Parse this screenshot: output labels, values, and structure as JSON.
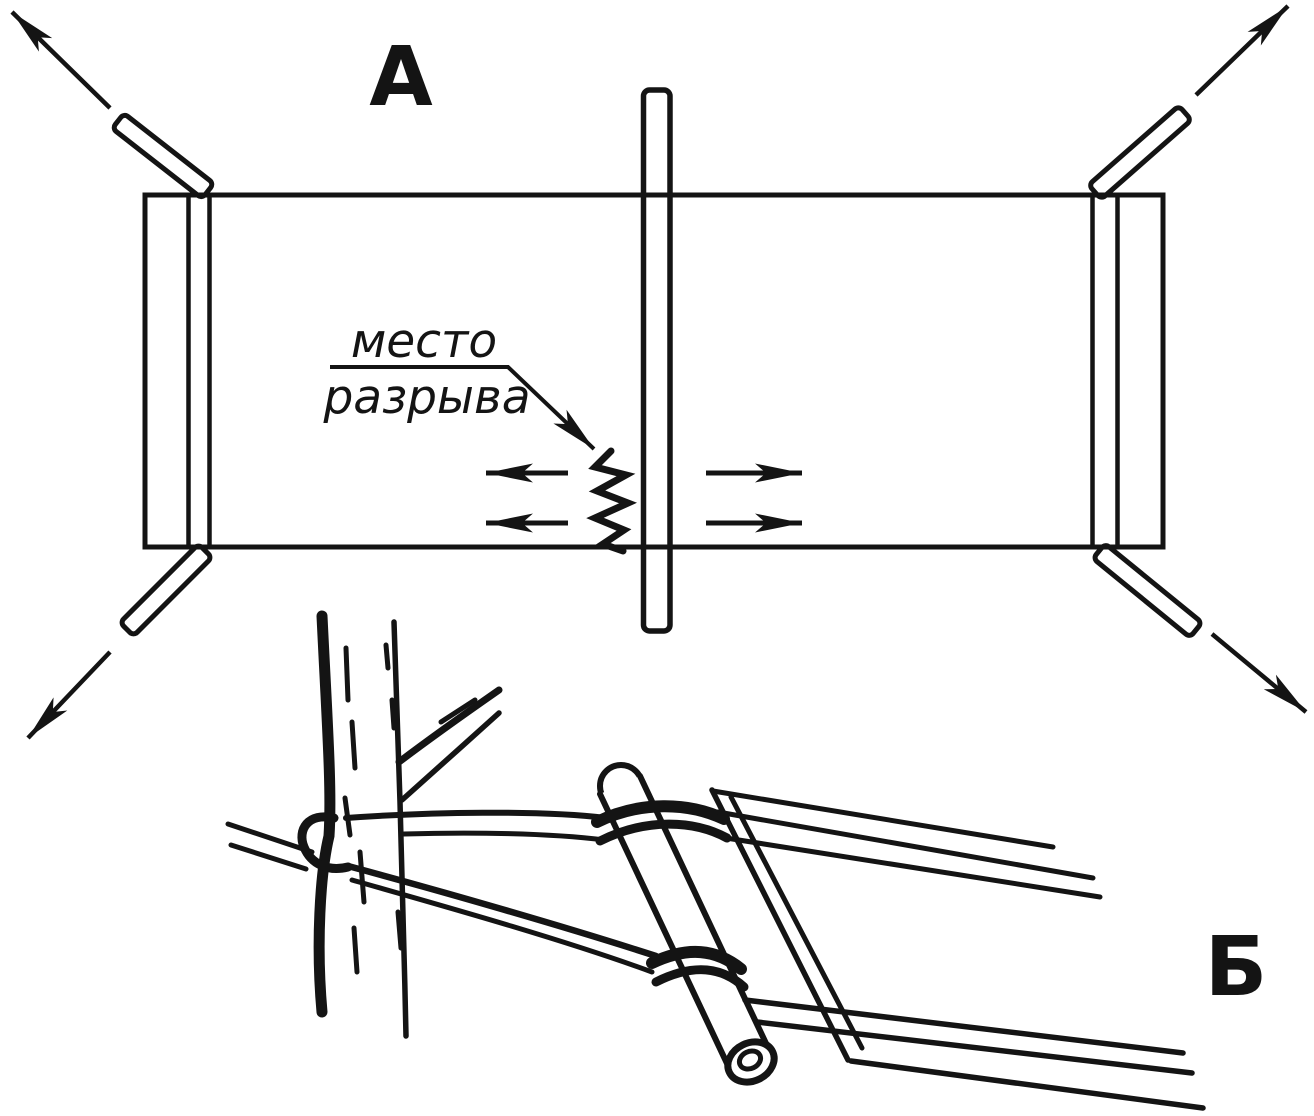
{
  "meta": {
    "background_color": "#ffffff",
    "ink_color": "#141414"
  },
  "figure_a": {
    "label": "А",
    "annotation": {
      "line1": "место",
      "line2": "разрыва"
    }
  },
  "figure_b": {
    "label": "Б"
  }
}
